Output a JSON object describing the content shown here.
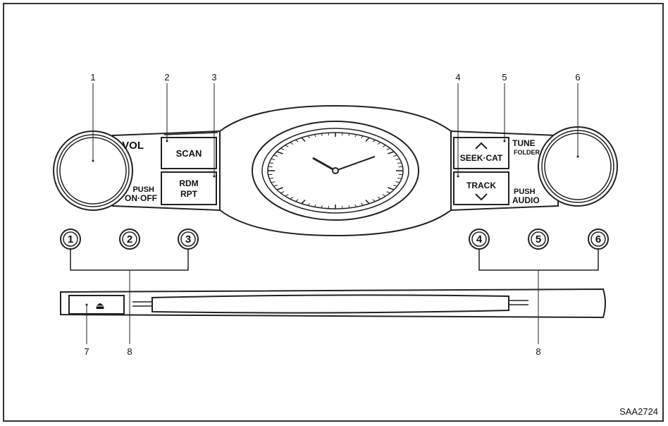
{
  "labels": {
    "vol": "VOL",
    "push": "PUSH",
    "on_off": "ON·OFF",
    "scan": "SCAN",
    "rdm": "RDM",
    "rpt": "RPT",
    "seek_cat": "SEEK·CAT",
    "track": "TRACK",
    "tune": "TUNE",
    "folder": "FOLDER",
    "push2": "PUSH",
    "audio": "AUDIO"
  },
  "callouts": [
    "1",
    "2",
    "3",
    "4",
    "5",
    "6",
    "7",
    "8",
    "8"
  ],
  "preset_buttons": [
    "1",
    "2",
    "3",
    "4",
    "5",
    "6"
  ],
  "eject_symbol": "⏏",
  "figure_code": "SAA2724"
}
